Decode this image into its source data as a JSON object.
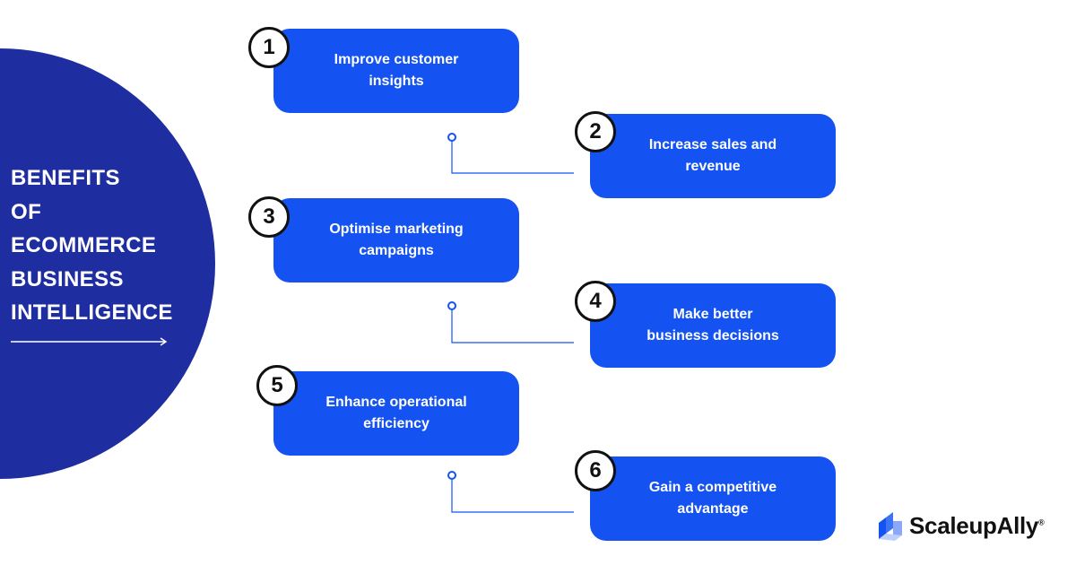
{
  "title": {
    "lines": [
      "BENEFITS",
      "OF",
      "ECOMMERCE",
      "BUSINESS",
      "INTELLIGENCE"
    ]
  },
  "items": [
    {
      "number": "1",
      "line1": "Improve customer",
      "line2": "insights"
    },
    {
      "number": "2",
      "line1": "Increase sales and",
      "line2": "revenue"
    },
    {
      "number": "3",
      "line1": "Optimise marketing",
      "line2": "campaigns"
    },
    {
      "number": "4",
      "line1": "Make better",
      "line2": "business decisions"
    },
    {
      "number": "5",
      "line1": "Enhance operational",
      "line2": "efficiency"
    },
    {
      "number": "6",
      "line1": "Gain a competitive",
      "line2": "advantage"
    }
  ],
  "logo": {
    "text": "ScaleupAlly",
    "registered": "®"
  },
  "colors": {
    "circle": "#1e2ea1",
    "card": "#1453f2",
    "connector": "#1453f2",
    "logo_icon": "#1453f2"
  }
}
